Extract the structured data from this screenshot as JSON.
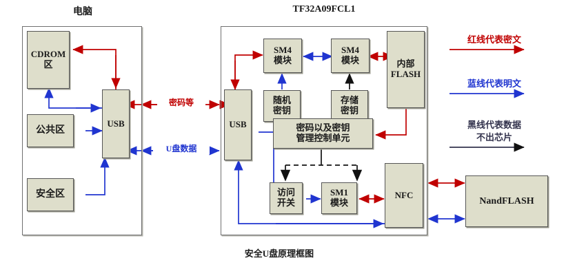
{
  "titles": {
    "computer": "电脑",
    "chip": "TF32A09FCL1",
    "caption": "安全U盘原理框图"
  },
  "computer_blocks": [
    {
      "name": "cdrom",
      "label": "CDROM\n区"
    },
    {
      "name": "public",
      "label": "公共区"
    },
    {
      "name": "secure",
      "label": "安全区"
    },
    {
      "name": "usb_host",
      "label": "USB"
    }
  ],
  "computer": {
    "cdrom": "CDROM 区",
    "cdrom_line1": "CDROM",
    "cdrom_line2": "区",
    "public_area": "公共区",
    "secure_area": "安全区",
    "usb": "USB"
  },
  "chip": {
    "usb": "USB",
    "sm4_left_line1": "SM4",
    "sm4_left_line2": "模块",
    "sm4_right_line1": "SM4",
    "sm4_right_line2": "模块",
    "random_key_line1": "随机",
    "random_key_line2": "密钥",
    "stored_key_line1": "存储",
    "stored_key_line2": "密钥",
    "internal_flash_line1": "内部",
    "internal_flash_line2": "FLASH",
    "control_unit_line1": "密码以及密钥",
    "control_unit_line2": "管理控制单元",
    "access_switch_line1": "访问",
    "access_switch_line2": "开关",
    "sm1_line1": "SM1",
    "sm1_line2": "模块",
    "nfc": "NFC"
  },
  "external": {
    "nand_flash": "NandFLASH"
  },
  "bus_labels": {
    "password": "密码等",
    "udisk_data": "U盘数据"
  },
  "legend": [
    {
      "name": "ciphertext",
      "text": "红线代表密文",
      "color": "#c00000"
    },
    {
      "name": "plaintext",
      "text": "蓝线代表明文",
      "color": "#2035d0"
    },
    {
      "name": "onchip",
      "text_line1": "黑线代表数据",
      "text_line2": "不出芯片",
      "color": "#33334d"
    }
  ],
  "legend_items": {
    "ciphertext": "红线代表密文",
    "plaintext": "蓝线代表明文",
    "onchip_line1": "黑线代表数据",
    "onchip_line2": "不出芯片"
  },
  "colors": {
    "ciphertext_red": "#c00000",
    "plaintext_blue": "#2035d0",
    "onchip_black": "#33334d",
    "box_fill": "#dedecb",
    "box_border": "#555555"
  }
}
